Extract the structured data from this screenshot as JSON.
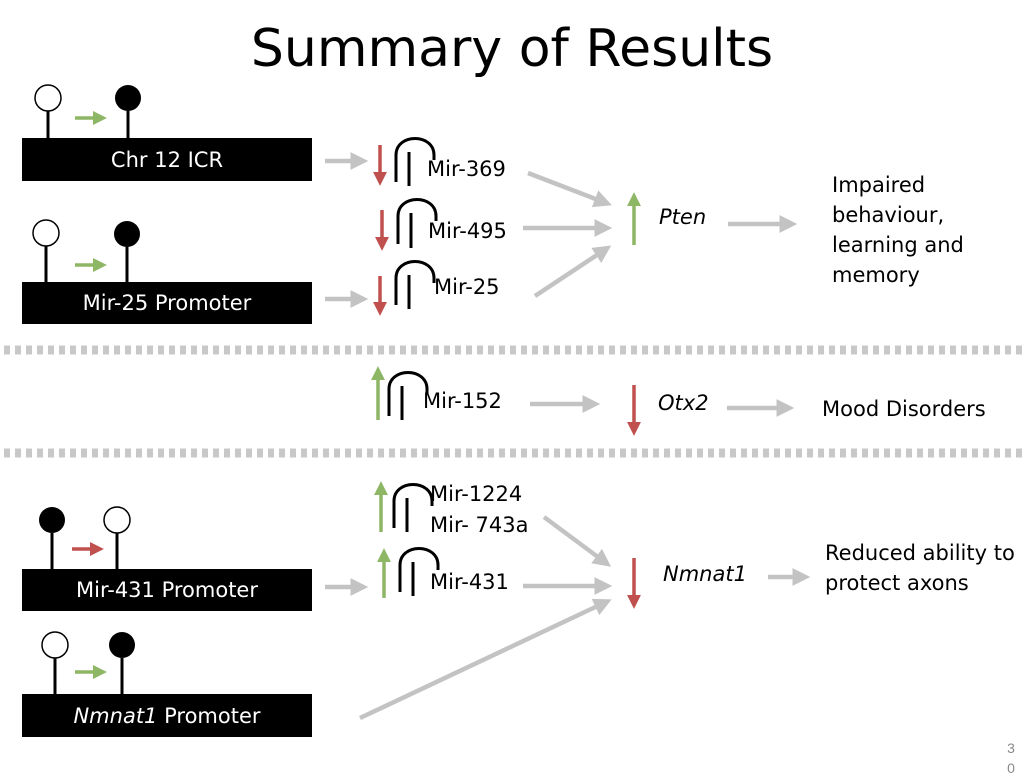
{
  "slide": {
    "title": "Summary of Results",
    "page_number": "30"
  },
  "colors": {
    "gray_arrow": "#c3c3c3",
    "up_green": "#8db665",
    "down_red": "#c0504d",
    "divider": "#c8c8c8",
    "box": "#000000"
  },
  "sections": [
    {
      "boxes": [
        {
          "label": "Chr 12 ICR",
          "lollipops": [
            "open",
            "filled"
          ],
          "arrow_color": "green"
        },
        {
          "label": "Mir-25 Promoter",
          "lollipops": [
            "open",
            "filled"
          ],
          "arrow_color": "green"
        }
      ],
      "mirnas": [
        {
          "name": "Mir-369",
          "direction": "down"
        },
        {
          "name": "Mir-495",
          "direction": "down"
        },
        {
          "name": "Mir-25",
          "direction": "down"
        }
      ],
      "target": {
        "name": "Pten",
        "direction": "up"
      },
      "outcome": "Impaired behaviour, learning and memory"
    },
    {
      "mirnas": [
        {
          "name": "Mir-152",
          "direction": "up"
        }
      ],
      "target": {
        "name": "Otx2",
        "direction": "down"
      },
      "outcome": "Mood Disorders"
    },
    {
      "boxes": [
        {
          "label": "Mir-431 Promoter",
          "lollipops": [
            "filled",
            "open"
          ],
          "arrow_color": "red"
        },
        {
          "label_italic": "Nmnat1",
          "label_rest": " Promoter",
          "lollipops": [
            "open",
            "filled"
          ],
          "arrow_color": "green"
        }
      ],
      "mirnas": [
        {
          "name": "Mir-1224",
          "name_line2": "Mir- 743a",
          "direction": "up"
        },
        {
          "name": "Mir-431",
          "direction": "up"
        }
      ],
      "target": {
        "name": "Nmnat1",
        "direction": "down"
      },
      "outcome": "Reduced ability to protect axons"
    }
  ]
}
